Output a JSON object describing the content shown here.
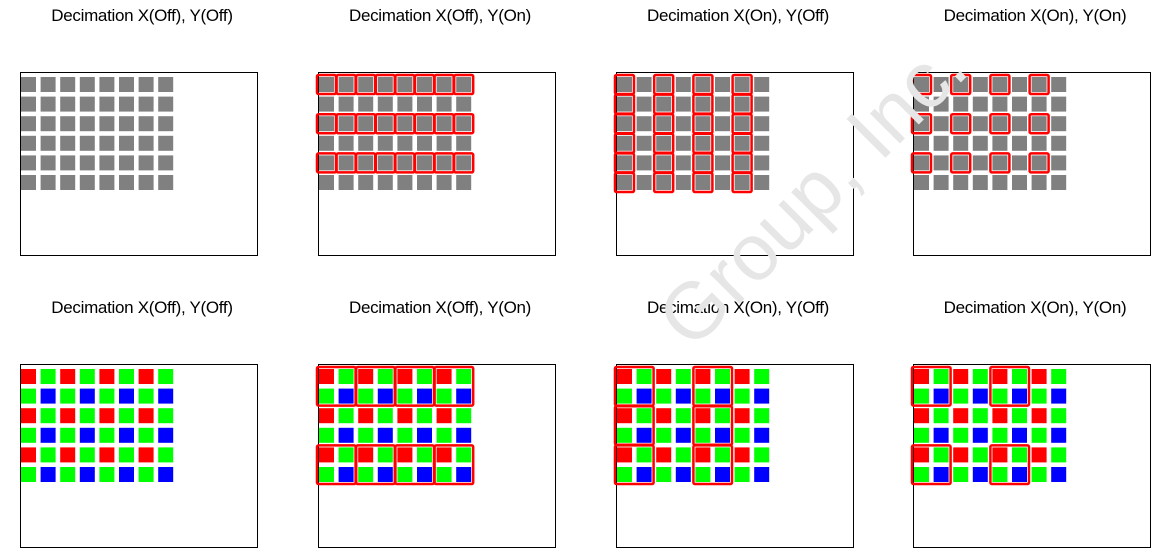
{
  "panels": [
    {
      "title": "Decimation X(Off), Y(Off)",
      "mode": "mono",
      "bin_x": false,
      "bin_y": false
    },
    {
      "title": "Decimation X(Off), Y(On)",
      "mode": "mono",
      "bin_x": false,
      "bin_y": true
    },
    {
      "title": "Decimation X(On), Y(Off)",
      "mode": "mono",
      "bin_x": true,
      "bin_y": false
    },
    {
      "title": "Decimation X(On), Y(On)",
      "mode": "mono",
      "bin_x": true,
      "bin_y": true
    },
    {
      "title": "Decimation X(Off), Y(Off)",
      "mode": "color",
      "bin_x": false,
      "bin_y": false
    },
    {
      "title": "Decimation X(Off), Y(On)",
      "mode": "color",
      "bin_x": false,
      "bin_y": true
    },
    {
      "title": "Decimation X(On), Y(Off)",
      "mode": "color",
      "bin_x": true,
      "bin_y": false
    },
    {
      "title": "Decimation X(On), Y(On)",
      "mode": "color",
      "bin_x": true,
      "bin_y": true
    }
  ],
  "grid": {
    "rows": 6,
    "cols": 8
  },
  "colors": {
    "mono_pixel": "#808080",
    "bayer_red": "#ff0000",
    "bayer_green": "#00ff00",
    "bayer_blue": "#0000ff",
    "highlight": "#ff0000",
    "border": "#000000"
  },
  "watermark": {
    "text": "Group, Inc."
  }
}
